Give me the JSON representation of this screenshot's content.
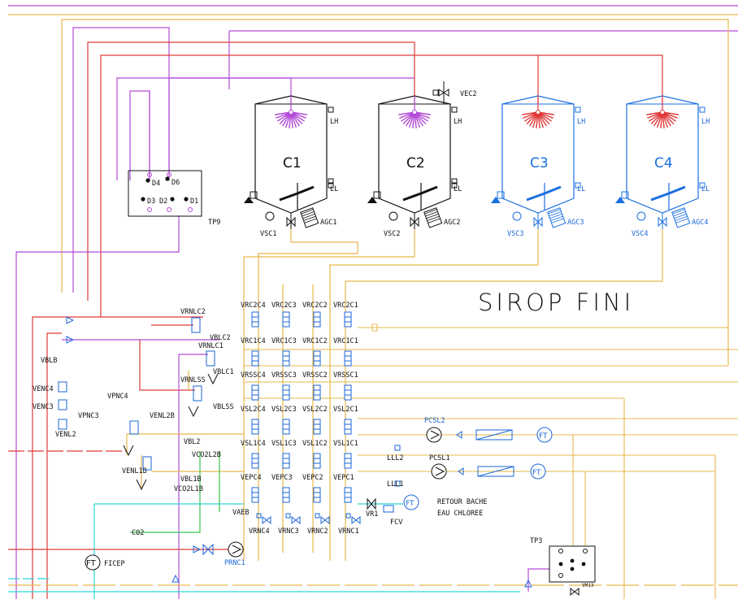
{
  "title": "SIROP FINI",
  "tanks": [
    {
      "name": "C1",
      "valve": "VSC1",
      "agitator": "AGC1",
      "color": "#111111",
      "spray": "#b34ad8"
    },
    {
      "name": "C2",
      "valve": "VSC2",
      "agitator": "AGC2",
      "color": "#111111",
      "spray": "#b34ad8"
    },
    {
      "name": "C3",
      "valve": "VSC3",
      "agitator": "AGC3",
      "color": "#1a6fe0",
      "spray": "#e03a3a"
    },
    {
      "name": "C4",
      "valve": "VSC4",
      "agitator": "AGC4",
      "color": "#1a6fe0",
      "spray": "#e03a3a"
    }
  ],
  "level": {
    "high": "LH",
    "low": "LL"
  },
  "vent_valve": "VEC2",
  "tp9": {
    "label": "TP9",
    "ports": [
      "D4",
      "D6",
      "D3",
      "D2",
      "D1"
    ]
  },
  "tp3": {
    "label": "TP3",
    "sub": "VM13"
  },
  "matrix": {
    "top_row": [
      "VRC2C4",
      "VRC2C3",
      "VRC2C2",
      "VRC2C1"
    ],
    "row1": [
      "VRC1C4",
      "VRC1C3",
      "VRC1C2",
      "VRC1C1"
    ],
    "row2": [
      "VRSSC4",
      "VRSSC3",
      "VRSSC2",
      "VRSSC1"
    ],
    "row3": [
      "VSL2C4",
      "VSL2C3",
      "VSL2C2",
      "VSL2C1"
    ],
    "row4": [
      "VSL1C4",
      "VSL1C3",
      "VSL1C2",
      "VSL1C1"
    ],
    "row5": [
      "VEPC4",
      "VEPC3",
      "VEPC2",
      "VEPC1"
    ],
    "row6": [
      "VRNC4",
      "VRNC3",
      "VRNC2",
      "VRNC1"
    ]
  },
  "left_labels": {
    "vrnlc2": "VRNLC2",
    "vblc2": "VBLC2",
    "vrnlc1": "VRNLC1",
    "vblc1": "VBLC1",
    "vrnlss": "VRNLSS",
    "vblss": "VBLSS",
    "venl2b": "VENL2B",
    "vbl2": "VBL2",
    "vco2l2b": "VCO2L2B",
    "venl1b": "VENL1B",
    "vbl1b": "VBL1B",
    "vco2l1b": "VCO2L1B",
    "vblb": "VBLB",
    "venc4": "VENC4",
    "venc3": "VENC3",
    "vpnc4": "VPNC4",
    "vpnc3": "VPNC3",
    "venl2": "VENL2",
    "vaeb": "VAEB",
    "co2": "CO2"
  },
  "pumps": {
    "pcsl2": "PCSL2",
    "pcsl1": "PCSL1",
    "prnc1": "PRNC1"
  },
  "instruments": {
    "ft": "FT",
    "ficep": "FICEP",
    "ft1": "FT",
    "ft2": "FT"
  },
  "level_switches": {
    "lll2": "LLL2",
    "lll1": "LLL1"
  },
  "return": {
    "line1": "RETOUR BACHE",
    "line2": "EAU CHLOREE",
    "vr1": "VR1",
    "fcv": "FCV"
  }
}
